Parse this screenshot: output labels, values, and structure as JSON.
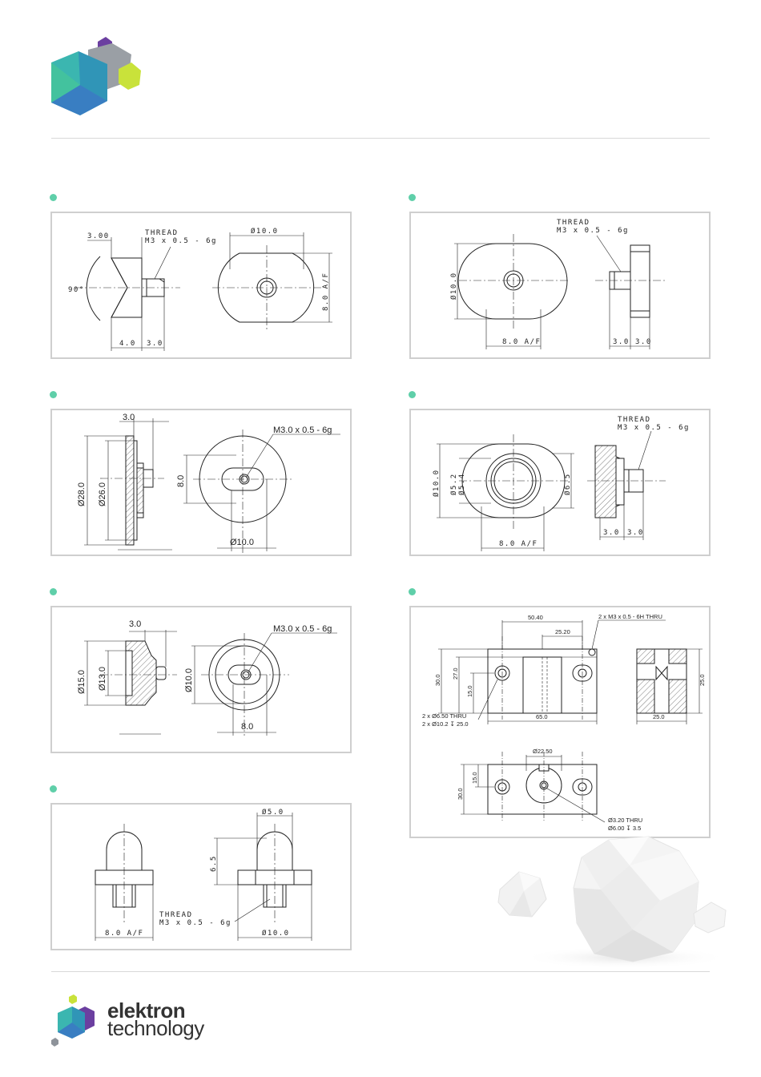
{
  "brand": {
    "line1": "elektron",
    "line2": "technology"
  },
  "drawings": {
    "d1": {
      "thread_label": "THREAD",
      "thread_spec": "M3 x 0.5 - 6g",
      "dim_3_00": "3.00",
      "dim_angle": "90°",
      "dim_4_0": "4.0",
      "dim_3_0": "3.0",
      "dim_dia_10": "Ø10.0",
      "dim_af": "8.0 A/F"
    },
    "d2": {
      "thread_label": "THREAD",
      "thread_spec": "M3 x 0.5 - 6g",
      "dim_dia_10": "Ø10.0",
      "dim_af": "8.0 A/F",
      "dim_3_0_a": "3.0",
      "dim_3_0_b": "3.0"
    },
    "d3": {
      "dim_3_0": "3.0",
      "dim_dia_28": "Ø28.0",
      "dim_dia_26": "Ø26.0",
      "dim_8_0": "8.0",
      "thread_spec": "M3.0 x 0.5 - 6g",
      "dim_dia_10": "Ø10.0"
    },
    "d4": {
      "thread_label": "THREAD",
      "thread_spec": "M3 x 0.5 - 6g",
      "dim_dia_10": "Ø10.0",
      "dim_dia_5_2": "Ø5.2",
      "dim_dia_5_4": "Ø5.4",
      "dim_dia_6_5": "Ø6.5",
      "dim_af": "8.0 A/F",
      "dim_3_0_a": "3.0",
      "dim_3_0_b": "3.0"
    },
    "d5": {
      "dim_3_0": "3.0",
      "dim_dia_15": "Ø15.0",
      "dim_dia_13": "Ø13.0",
      "dim_dia_10": "Ø10.0",
      "thread_spec": "M3.0 x 0.5 - 6g",
      "dim_8_0": "8.0"
    },
    "d6": {
      "dim_50_40": "50.40",
      "dim_25_20": "25.20",
      "thread_note": "2 x M3 x 0.5 - 6H THRU",
      "dim_30_0": "30.0",
      "dim_27_0": "27.0",
      "dim_15_0": "15.0",
      "dim_65_0": "65.0",
      "hole_note_1": "2 x  Ø6.50 THRU",
      "hole_note_2": "2 x  Ø10.2 ↧ 25.0",
      "dim_25_0_v": "25.0",
      "dim_25_0_h": "25.0",
      "dim_dia_22_50": "Ø22.50",
      "dim_30_0_b": "30.0",
      "dim_15_0_b": "15.0",
      "hole_note_3": "Ø3.20 THRU",
      "hole_note_4": "Ø6.00 ↧ 3.5"
    },
    "d7": {
      "dim_dia_5": "Ø5.0",
      "dim_6_5": "6.5",
      "thread_label": "THREAD",
      "thread_spec": "M3 x 0.5 - 6g",
      "dim_af": "8.0 A/F",
      "dim_dia_10": "Ø10.0"
    }
  }
}
